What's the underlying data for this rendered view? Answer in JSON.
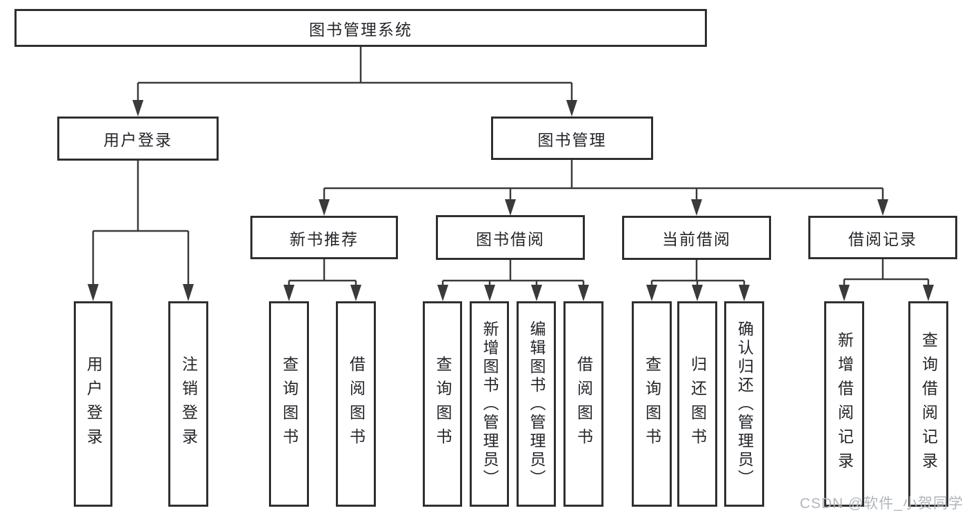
{
  "diagram": {
    "type": "tree",
    "nodes": {
      "root": "图书管理系统",
      "user_login": "用户登录",
      "book_mgmt": "图书管理",
      "new_book_rec": "新书推荐",
      "book_borrow": "图书借阅",
      "current_borrow": "当前借阅",
      "borrow_record": "借阅记录",
      "leaf_user_login": "用户登录",
      "leaf_logout": "注销登录",
      "leaf_query_book_rec": "查询图书",
      "leaf_borrow_book_rec": "借阅图书",
      "leaf_query_book_borrow": "查询图书",
      "leaf_add_book": "新增图书（管理员）",
      "leaf_edit_book": "编辑图书（管理员）",
      "leaf_borrow_book_borrow": "借阅图书",
      "leaf_query_book_current": "查询图书",
      "leaf_return_book": "归还图书",
      "leaf_confirm_return": "确认归还（管理员）",
      "leaf_add_borrow_record": "新增借阅记录",
      "leaf_query_borrow_record": "查询借阅记录"
    },
    "hierarchy": {
      "图书管理系统": {
        "用户登录": [
          "用户登录",
          "注销登录"
        ],
        "图书管理": {
          "新书推荐": [
            "查询图书",
            "借阅图书"
          ],
          "图书借阅": [
            "查询图书",
            "新增图书（管理员）",
            "编辑图书（管理员）",
            "借阅图书"
          ],
          "当前借阅": [
            "查询图书",
            "归还图书",
            "确认归还（管理员）"
          ],
          "借阅记录": [
            "新增借阅记录",
            "查询借阅记录"
          ]
        }
      }
    }
  },
  "watermark": "CSDN @软件_小贺同学",
  "colors": {
    "background": "#ffffff",
    "box_border": "#2f2f2f",
    "line": "#3a3a3a",
    "text": "#23252a",
    "watermark": "#b1b5ba"
  }
}
